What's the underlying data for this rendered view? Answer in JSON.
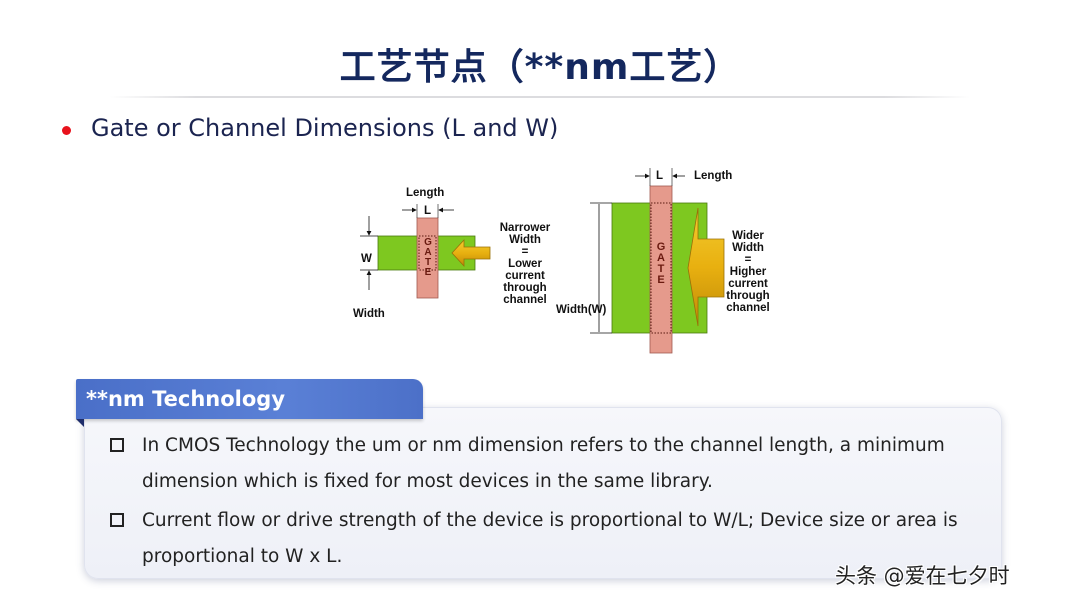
{
  "slide": {
    "title": "工艺节点（**nm工艺）",
    "bullet": "Gate or Channel Dimensions (L and W)",
    "colors": {
      "title": "#14285e",
      "bullet_dot": "#e8121c",
      "channel_green": "#7ec820",
      "gate_pink": "#e59a8c",
      "arrow_gold": "#e8b010",
      "card_header": "#5478d0"
    }
  },
  "diagram": {
    "narrow": {
      "length_label": "Length",
      "l_label": "L",
      "w_label": "W",
      "width_label": "Width",
      "gate_letters": [
        "G",
        "A",
        "T",
        "E"
      ],
      "caption_lines": [
        "Narrower",
        "Width",
        "=",
        "Lower",
        "current",
        "through",
        "channel"
      ]
    },
    "wide": {
      "length_label": "Length",
      "l_label": "L",
      "width_label": "Width(W)",
      "gate_letters": [
        "G",
        "A",
        "T",
        "E"
      ],
      "caption_lines": [
        "Wider",
        "Width",
        "=",
        "Higher",
        "current",
        "through",
        "channel"
      ]
    }
  },
  "card": {
    "header": "**nm Technology",
    "items": [
      {
        "text": "In CMOS Technology the um or nm dimension refers to the channel length, a minimum dimension which is fixed for most devices in the same library."
      },
      {
        "text": "Current flow or drive strength of the device is proportional to W/L; Device size or area is proportional to W x L."
      }
    ]
  },
  "watermark": "头条 @爱在七夕时"
}
